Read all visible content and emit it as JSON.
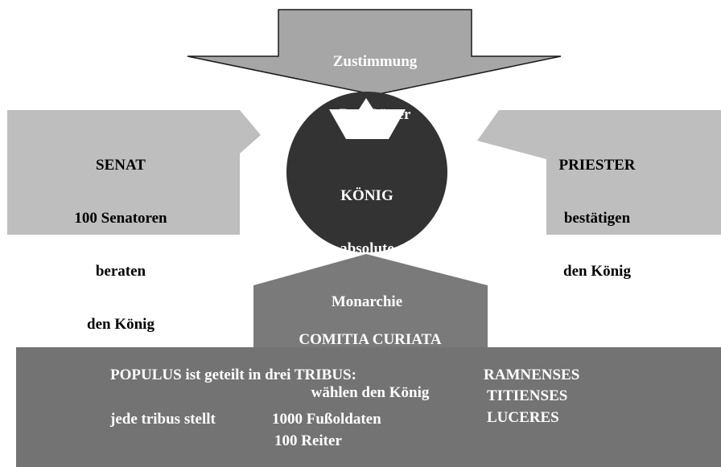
{
  "top_arrow": {
    "line1": "Zustimmung",
    "line2": "Der Götter"
  },
  "senat": {
    "line1": "SENAT",
    "line2": "100 Senatoren",
    "line3": "beraten",
    "line4": "den König"
  },
  "priester": {
    "line1": "PRIESTER",
    "line2": "bestätigen",
    "line3": "den König"
  },
  "koenig": {
    "line1": "KÖNIG",
    "line2": "absolute",
    "line3": "Monarchie"
  },
  "comitia": {
    "line1": "COMITIA CURIATA",
    "line2": "wählen den König"
  },
  "populus": {
    "heading": "POPULUS ist geteilt in drei TRIBUS:",
    "tribus": [
      "RAMNENSES",
      "TITIENSES",
      "LUCERES"
    ],
    "stellt_label": "jede tribus stellt",
    "soldiers": "1000 Fußoldaten",
    "riders": "100 Reiter"
  },
  "colors": {
    "box_light": "#bebebe",
    "arrow_top": "#a6a6a6",
    "circle": "#333333",
    "comitia": "#7a7a7a",
    "populus": "#737373"
  }
}
